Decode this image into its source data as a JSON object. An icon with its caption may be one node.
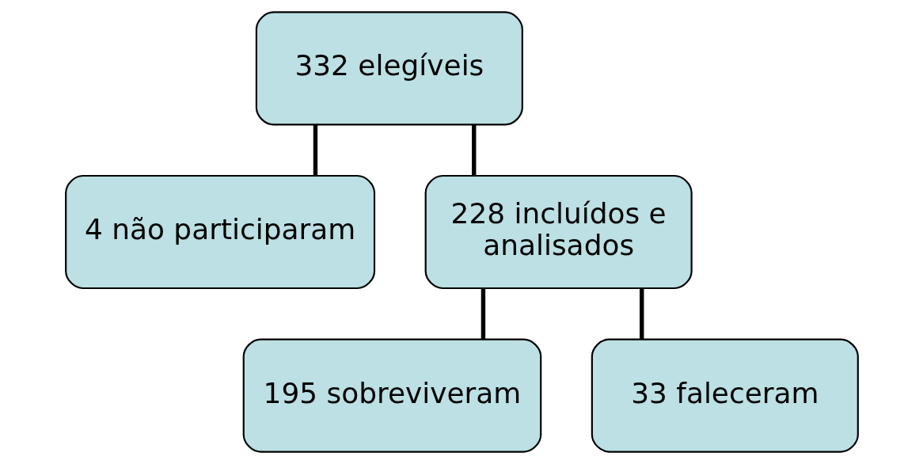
{
  "diagram": {
    "nodes": [
      {
        "text": [
          "332 elegíveis"
        ]
      },
      {
        "text": [
          "4 não participaram"
        ]
      },
      {
        "text": [
          "228 incluídos e analisados"
        ]
      },
      {
        "text": [
          "195 sobreviveram"
        ]
      },
      {
        "text": [
          "33 faleceram"
        ]
      }
    ],
    "edges": [
      {
        "from": 0,
        "to": 1,
        "arrow": "none"
      },
      {
        "from": 0,
        "to": 2,
        "arrow": "none"
      },
      {
        "from": 2,
        "to": 3,
        "arrow": "none"
      },
      {
        "from": 2,
        "to": 4,
        "arrow": "none"
      }
    ]
  }
}
